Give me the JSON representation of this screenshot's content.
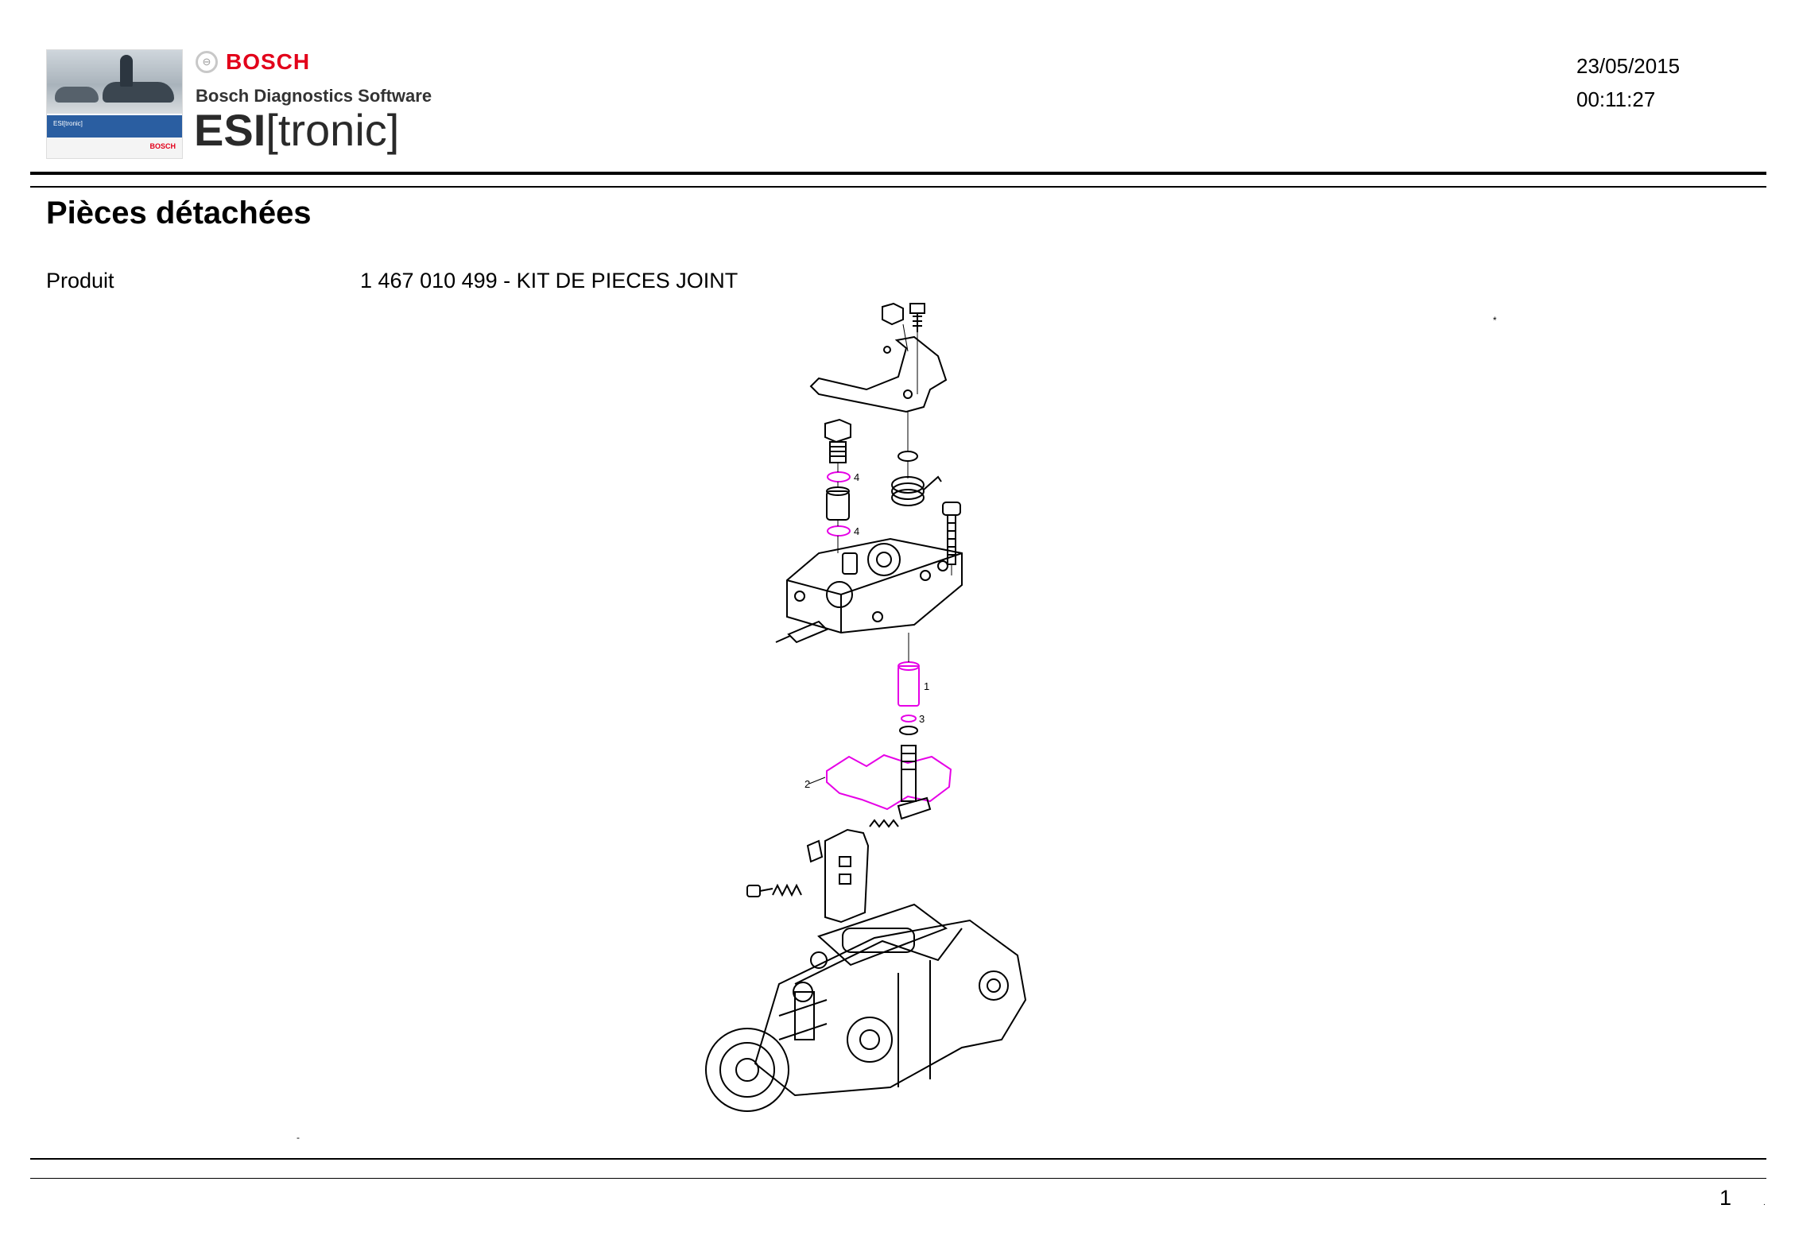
{
  "header": {
    "brand": "BOSCH",
    "subtitle": "Bosch Diagnostics Software",
    "product_bold": "ESI",
    "product_rest": "[tronic]",
    "thumb_band_text": "ESI[tronic]",
    "thumb_logo": "BOSCH",
    "date": "23/05/2015",
    "time": "00:11:27"
  },
  "page": {
    "heading": "Pièces détachées",
    "product_label": "Produit",
    "product_value": "1 467 010 499 - KIT DE PIECES JOINT",
    "star_mark": "*",
    "dash_mark": "-",
    "page_number": "1",
    "trailing_dot": "."
  },
  "diagram": {
    "callouts": [
      {
        "label": "4"
      },
      {
        "label": "4"
      },
      {
        "label": "1"
      },
      {
        "label": "3"
      },
      {
        "label": "2"
      }
    ],
    "highlight_color": "#e600e6",
    "line_color": "#000000"
  }
}
